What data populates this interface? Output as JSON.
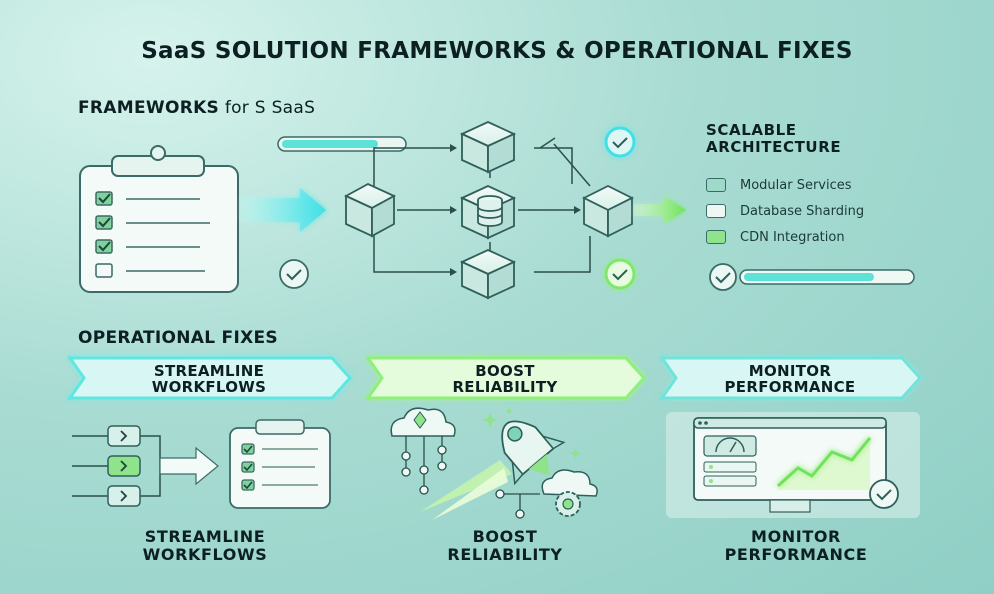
{
  "title": "SaaS SOLUTION FRAMEWORKS & OPERATIONAL FIXES",
  "frameworks": {
    "heading_bold": "FRAMEWORKS",
    "heading_light": " for S SaaS"
  },
  "architecture": {
    "title_line1": "SCALABLE",
    "title_line2": "ARCHITECTURE",
    "items": [
      {
        "label": "Modular Services",
        "color": "#9fd9c7"
      },
      {
        "label": "Database Sharding",
        "color": "#eef7f3"
      },
      {
        "label": "CDN Integration",
        "color": "#8fe38a"
      }
    ]
  },
  "operational": {
    "heading": "OPERATIONAL FIXES",
    "chevrons": [
      {
        "line1": "STREAMLINE",
        "line2": "WORKFLOWS",
        "color": "#5fe6e0"
      },
      {
        "line1": "BOOST",
        "line2": "RELIABILITY",
        "color": "#8ef07a"
      },
      {
        "line1": "MONITOR",
        "line2": "PERFORMANCE",
        "color": "#6fe3da"
      }
    ],
    "labels": [
      {
        "line1": "STREAMLINE",
        "line2": "WORKFLOWS"
      },
      {
        "line1": "BOOST",
        "line2": "RELIABILITY"
      },
      {
        "line1": "MONITOR",
        "line2": "PERFORMANCE"
      }
    ]
  },
  "colors": {
    "accent_cyan": "#4fe3e0",
    "accent_green": "#7ee86a",
    "dark_teal": "#2f5f5a"
  }
}
